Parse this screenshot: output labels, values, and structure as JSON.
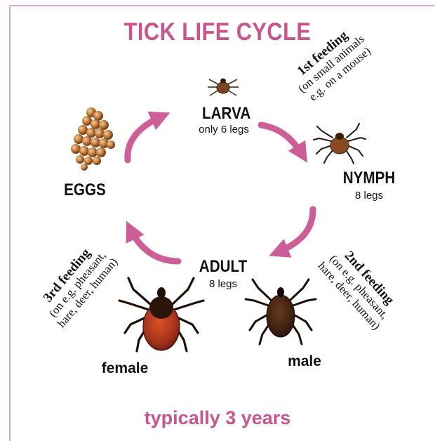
{
  "title": "TICK LIFE CYCLE",
  "footer": "typically 3 years",
  "colors": {
    "accent": "#c8558e",
    "arrow": "#cc5f97",
    "frame": "#d98ab5",
    "text": "#111111"
  },
  "stages": {
    "eggs": {
      "name": "EGGS"
    },
    "larva": {
      "name": "LARVA",
      "legs": "only 6 legs"
    },
    "nymph": {
      "name": "NYMPH",
      "legs": "8 legs"
    },
    "adult": {
      "name": "ADULT",
      "legs": "8 legs"
    }
  },
  "feedings": {
    "first": {
      "heading": "1st feeding",
      "line1": "(on small animals",
      "line2": "e.g. on a mouse)"
    },
    "second": {
      "heading": "2nd feeding",
      "line1": "(on e.g. pheasant,",
      "line2": "hare, deer, human)"
    },
    "third": {
      "heading": "3rd feeding",
      "line1": "(on e.g. pheasant,",
      "line2": "hare, deer, human)"
    }
  },
  "adult_labels": {
    "female": "female",
    "male": "male"
  },
  "illustrations": [
    "egg-cluster-illustration",
    "larva-tick-illustration",
    "nymph-tick-illustration",
    "female-tick-illustration",
    "male-tick-illustration"
  ]
}
